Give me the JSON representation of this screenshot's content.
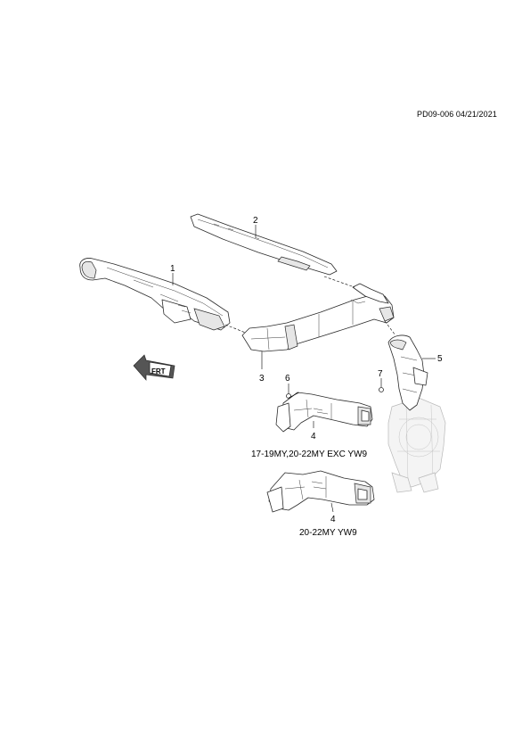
{
  "document": {
    "reference": "PD09-006 04/21/2021"
  },
  "callouts": {
    "c1": "1",
    "c2": "2",
    "c3": "3",
    "c4a": "4",
    "c4b": "4",
    "c5": "5",
    "c6": "6",
    "c7": "7"
  },
  "captions": {
    "variant_a": "17-19MY,20-22MY EXC YW9",
    "variant_b": "20-22MY YW9"
  },
  "front_arrow": {
    "label": "FRT",
    "icon": "front-direction-arrow-icon"
  }
}
